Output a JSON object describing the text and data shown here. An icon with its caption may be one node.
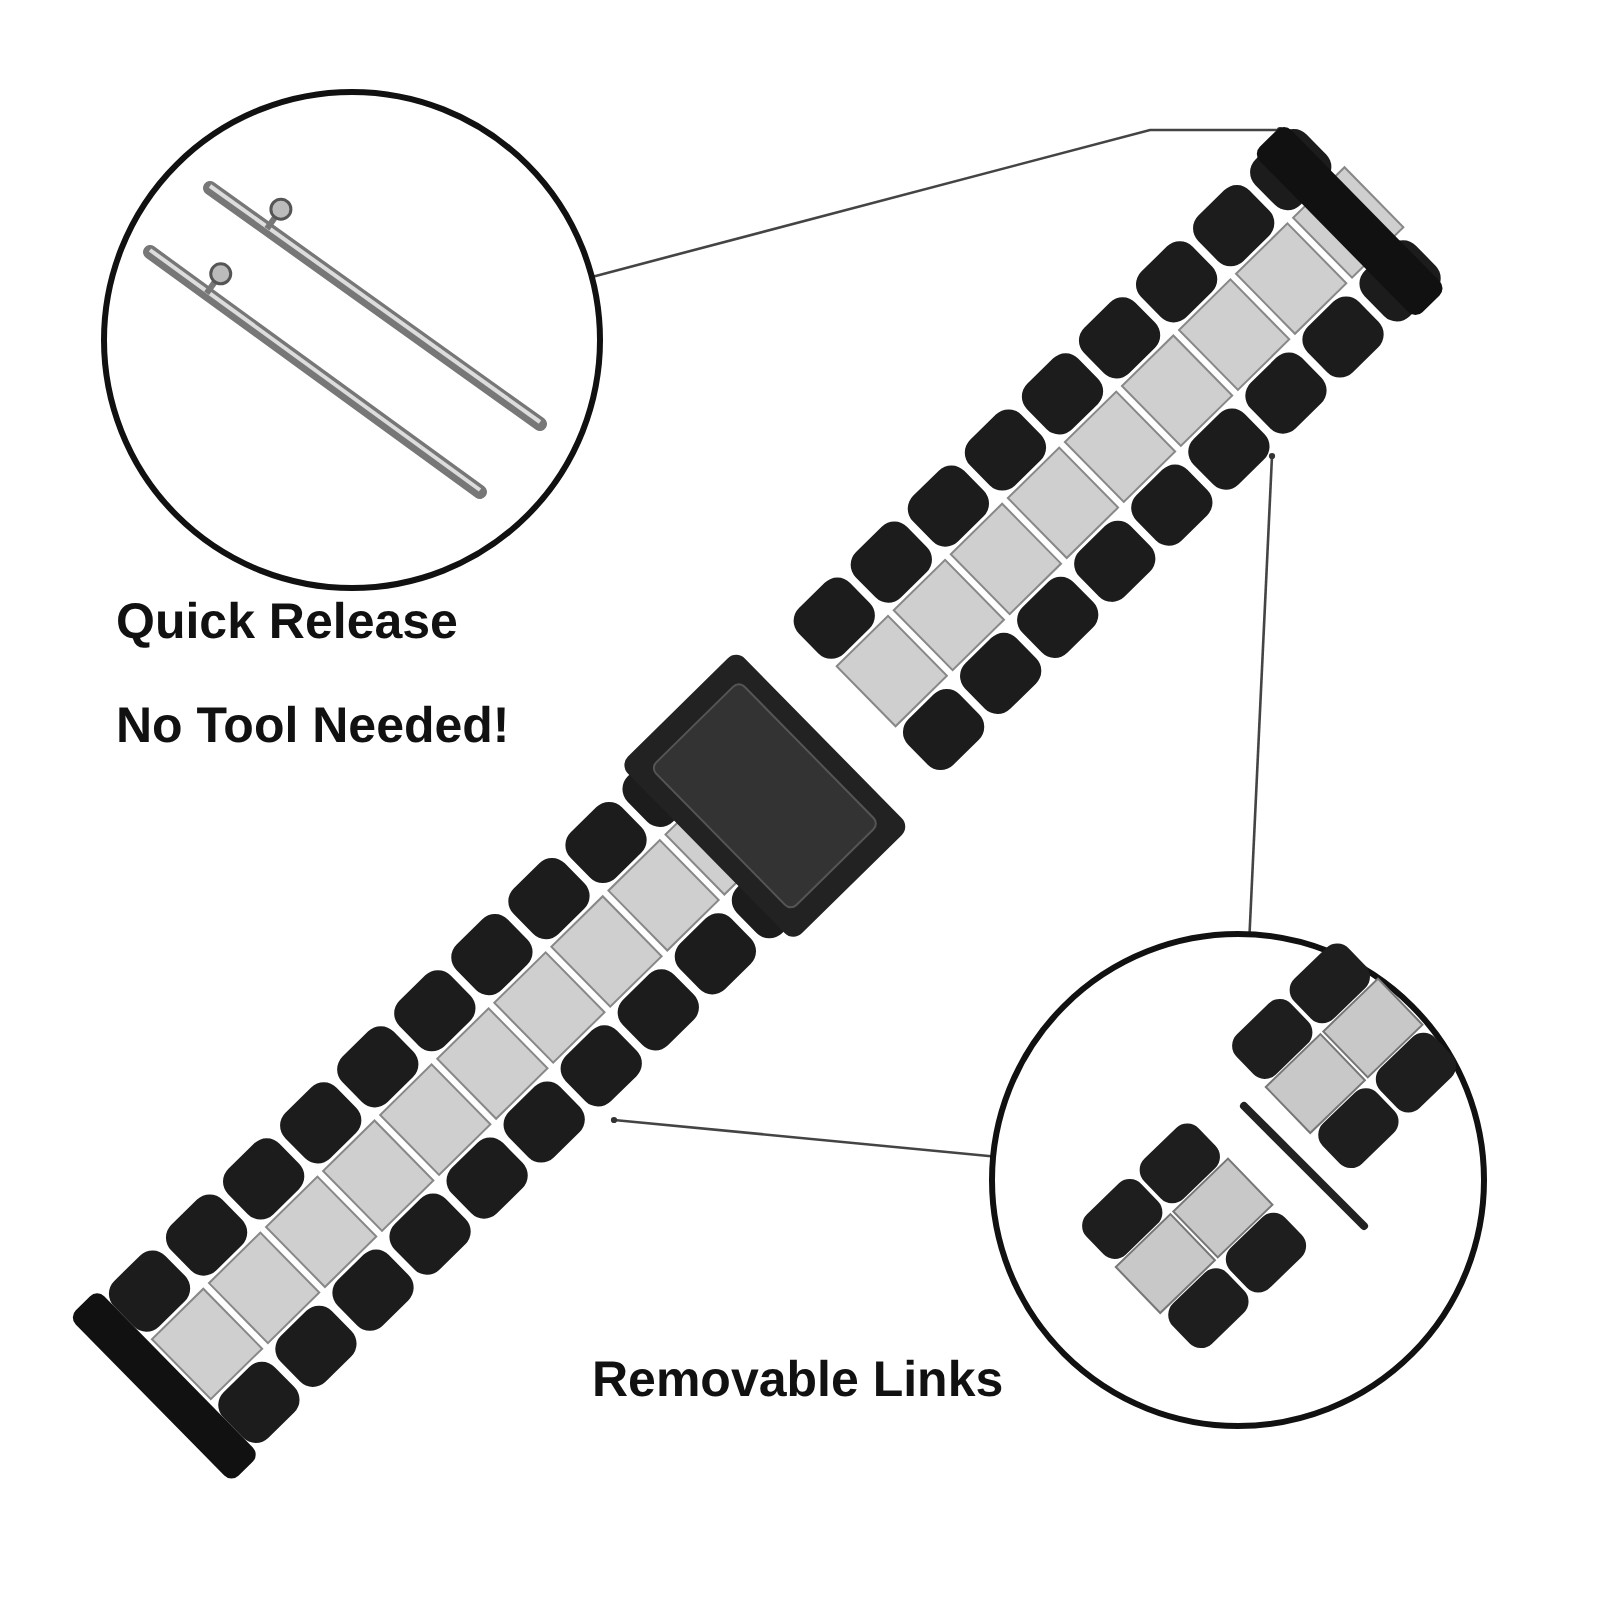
{
  "diagram": {
    "nodes": [
      {
        "text": [],
        "shape": "picture"
      },
      {
        "text": [],
        "shape": "picture"
      },
      {
        "text": [],
        "shape": "picture"
      }
    ],
    "edges": [
      {
        "from": 0,
        "to": 1,
        "arrow": "other"
      },
      {
        "from": 2,
        "to": 1,
        "arrow": "other"
      },
      {
        "from": 2,
        "to": 1,
        "arrow": "other"
      }
    ],
    "labels": [
      "Quick Release",
      "No Tool Needed!",
      "Removable Links"
    ]
  }
}
